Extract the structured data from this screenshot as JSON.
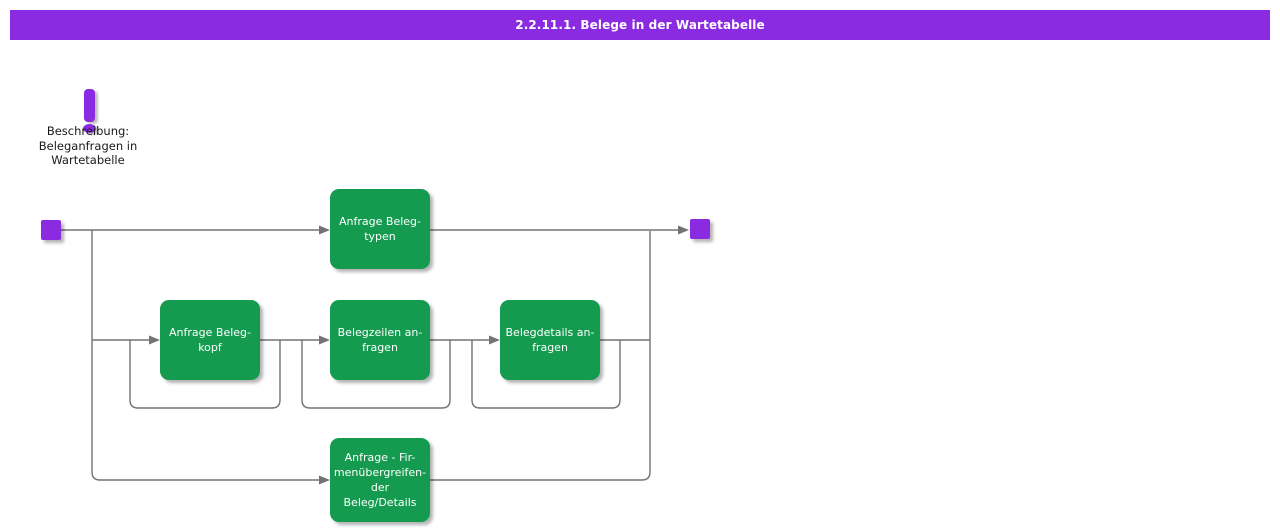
{
  "colors": {
    "accent_purple": "#8A2BE2",
    "node_green": "#149B4F",
    "line_gray": "#737373",
    "node_text": "#FFFFFF",
    "title_text": "#FFFFFF"
  },
  "title_bar": {
    "title": "2.2.11.1. Belege in der Wartetabelle"
  },
  "note": {
    "icon": "exclamation",
    "lines": [
      "Beschreibung:",
      "Beleganfragen in",
      "Wartetabelle"
    ]
  },
  "diagram": {
    "start_node": "start",
    "end_node": "end",
    "nodes": [
      {
        "id": "anfrage-belegtypen",
        "lines": [
          "Anfrage Beleg-",
          "typen"
        ]
      },
      {
        "id": "anfrage-belegkopf",
        "lines": [
          "Anfrage Beleg-",
          "kopf"
        ]
      },
      {
        "id": "belegzeilen-anfragen",
        "lines": [
          "Belegzeilen an-",
          "fragen"
        ]
      },
      {
        "id": "belegdetails-anfragen",
        "lines": [
          "Belegdetails an-",
          "fragen"
        ]
      },
      {
        "id": "anfrage-firmenuebergreifender-beleg-details",
        "lines": [
          "Anfrage - Fir-",
          "menübergreifen-",
          "der",
          "Beleg/Details"
        ]
      }
    ]
  }
}
